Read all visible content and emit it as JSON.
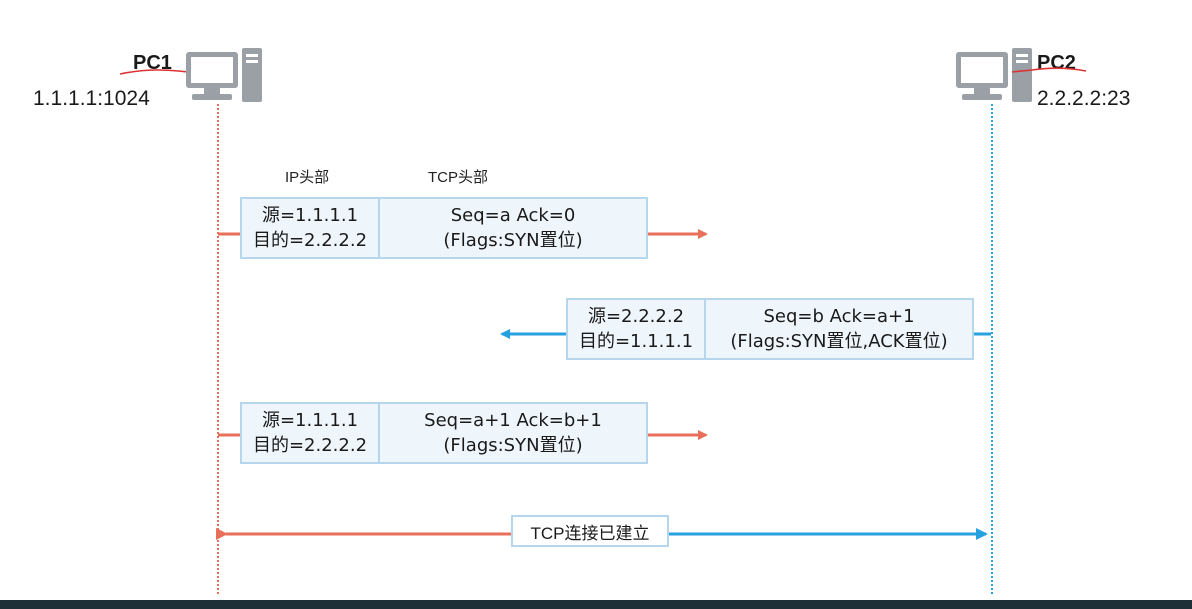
{
  "pc1": {
    "name": "PC1",
    "address": "1.1.1.1:1024"
  },
  "pc2": {
    "name": "PC2",
    "address": "2.2.2.2:23"
  },
  "header_labels": {
    "ip": "IP头部",
    "tcp": "TCP头部"
  },
  "packets": [
    {
      "ip_src": "源=1.1.1.1",
      "ip_dst": "目的=2.2.2.2",
      "tcp_line1": "Seq=a  Ack=0",
      "tcp_line2": "(Flags:SYN置位)",
      "direction": "PC1→PC2"
    },
    {
      "ip_src": "源=2.2.2.2",
      "ip_dst": "目的=1.1.1.1",
      "tcp_line1": "Seq=b Ack=a+1",
      "tcp_line2": "(Flags:SYN置位,ACK置位)",
      "direction": "PC2→PC1"
    },
    {
      "ip_src": "源=1.1.1.1",
      "ip_dst": "目的=2.2.2.2",
      "tcp_line1": "Seq=a+1  Ack=b+1",
      "tcp_line2": "(Flags:SYN置位)",
      "direction": "PC1→PC2"
    }
  ],
  "status": "TCP连接已建立",
  "colors": {
    "pc1": "#e8705a",
    "pc2": "#27a0e0",
    "box_border": "#b6d6ec",
    "box_fill": "#eef6fc"
  },
  "icons": [
    "computer-icon"
  ]
}
